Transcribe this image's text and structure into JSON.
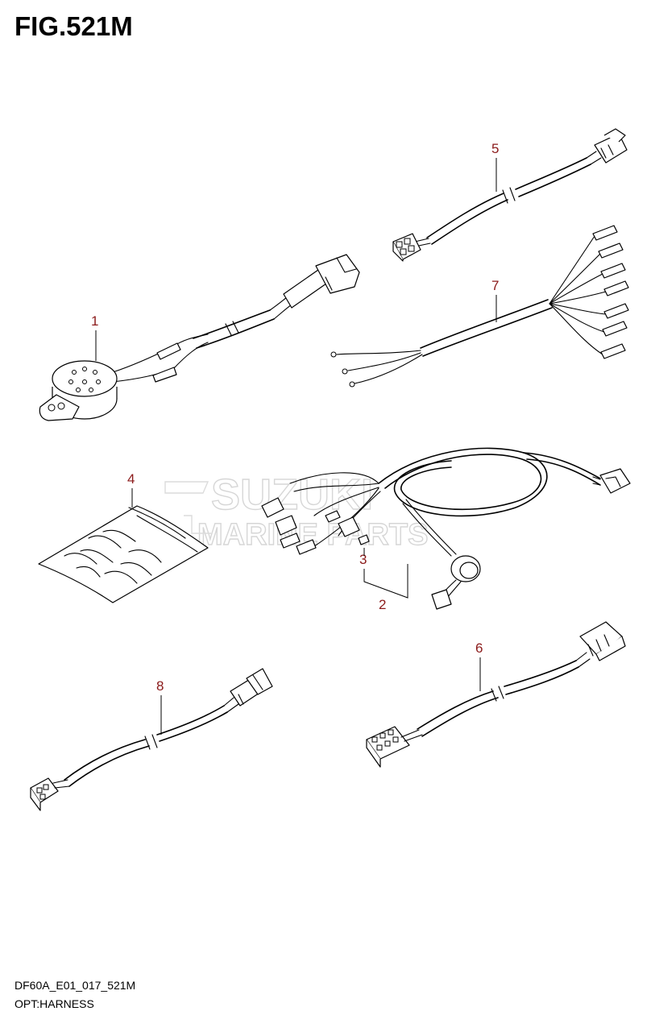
{
  "figure": {
    "title": "FIG.521M",
    "model_code": "DF60A_E01_017_521M",
    "description": "OPT:HARNESS"
  },
  "watermark": {
    "line1": "SUZUKI",
    "line2": "MARINE PARTS"
  },
  "callouts": [
    "1",
    "2",
    "3",
    "4",
    "5",
    "6",
    "7",
    "8"
  ],
  "colors": {
    "callout": "#8b1a1a",
    "line": "#000000",
    "watermark": "#d6d6d6"
  }
}
